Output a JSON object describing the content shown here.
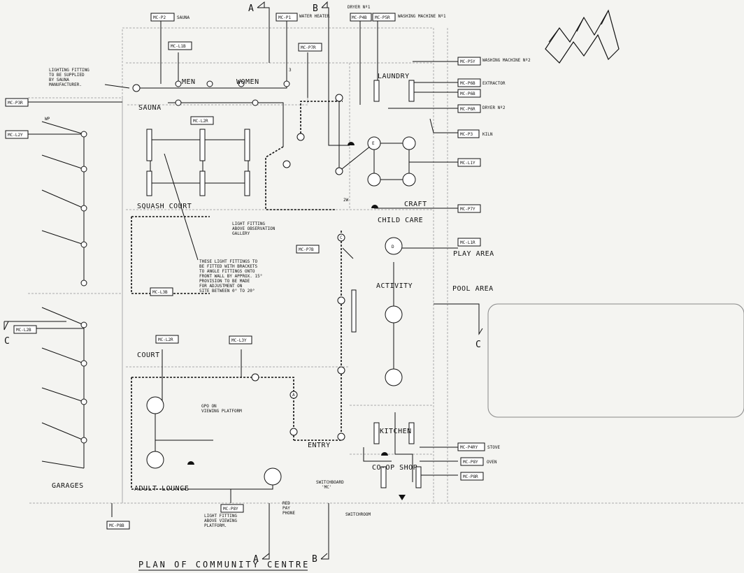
{
  "title": "PLAN OF COMMUNITY CENTRE",
  "rooms": [
    {
      "id": "sauna",
      "text": "SAUNA"
    },
    {
      "id": "men",
      "text": "MEN"
    },
    {
      "id": "women",
      "text": "WOMEN"
    },
    {
      "id": "laundry",
      "text": "LAUNDRY"
    },
    {
      "id": "squash-court",
      "text": "SQUASH COURT"
    },
    {
      "id": "craft",
      "text": "CRAFT"
    },
    {
      "id": "child-care",
      "text": "CHILD CARE"
    },
    {
      "id": "play-area",
      "text": "PLAY AREA"
    },
    {
      "id": "activity",
      "text": "ACTIVITY"
    },
    {
      "id": "pool-area",
      "text": "POOL AREA"
    },
    {
      "id": "court",
      "text": "COURT"
    },
    {
      "id": "entry",
      "text": "ENTRY"
    },
    {
      "id": "kitchen",
      "text": "KITCHEN"
    },
    {
      "id": "co-op-shop",
      "text": "CO-OP SHOP"
    },
    {
      "id": "garages",
      "text": "GARAGES"
    },
    {
      "id": "adult-lounge",
      "text": "ADULT LOUNGE"
    },
    {
      "id": "switchroom",
      "text": "SWITCHROOM"
    }
  ],
  "circuits": [
    {
      "id": "p2",
      "text": "MC-P2",
      "label": "SAUNA"
    },
    {
      "id": "p1",
      "text": "MC-P1",
      "label": "WATER HEATER"
    },
    {
      "id": "l1b",
      "text": "MC-L1B",
      "label": ""
    },
    {
      "id": "p7r",
      "text": "MC-P7R",
      "label": ""
    },
    {
      "id": "p4b",
      "text": "MC-P4B",
      "label": "DRYER Nº1"
    },
    {
      "id": "p5r",
      "text": "MC-P5R",
      "label": "WASHING MACHINE Nº1"
    },
    {
      "id": "p5y",
      "text": "MC-P5Y",
      "label": "WASHING MACHINE Nº2"
    },
    {
      "id": "p6b",
      "text": "MC-P6B",
      "label": "EXTRACTOR"
    },
    {
      "id": "p6b2",
      "text": "MC-P6B",
      "label": ""
    },
    {
      "id": "p6r",
      "text": "MC-P6R",
      "label": "DRYER Nº2"
    },
    {
      "id": "p3",
      "text": "MC-P3",
      "label": "KILN"
    },
    {
      "id": "l1y",
      "text": "MC-L1Y",
      "label": ""
    },
    {
      "id": "p7y",
      "text": "MC-P7Y",
      "label": ""
    },
    {
      "id": "l1r",
      "text": "MC-L1R",
      "label": ""
    },
    {
      "id": "p3r",
      "text": "MC-P3R",
      "label": ""
    },
    {
      "id": "l2y",
      "text": "MC-L2Y",
      "label": ""
    },
    {
      "id": "l2r",
      "text": "MC-L2R",
      "label": ""
    },
    {
      "id": "l3b",
      "text": "MC-L3B",
      "label": ""
    },
    {
      "id": "l2b",
      "text": "MC-L2B",
      "label": ""
    },
    {
      "id": "p7b",
      "text": "MC-P7B",
      "label": ""
    },
    {
      "id": "l2r2",
      "text": "MC-L2R",
      "label": ""
    },
    {
      "id": "l3y",
      "text": "MC-L3Y",
      "label": ""
    },
    {
      "id": "p4ry",
      "text": "MC-P4RY",
      "label": "STOVE"
    },
    {
      "id": "p8y",
      "text": "MC-P8Y",
      "label": "OVEN"
    },
    {
      "id": "p8r",
      "text": "MC-P8R",
      "label": ""
    },
    {
      "id": "p8y2",
      "text": "MC-P8Y",
      "label": ""
    },
    {
      "id": "p8b",
      "text": "MC-P8B",
      "label": ""
    }
  ],
  "notes": {
    "sauna_fitting": [
      "LIGHTING FITTING",
      "TO BE SUPPLIED",
      "BY SAUNA",
      "MANUFACTURER."
    ],
    "observation": [
      "LIGHT FITTING",
      "ABOVE OBSERVATION",
      "GALLERY"
    ],
    "brackets": [
      "THESE LIGHT FITTINGS TO",
      "BE FITTED WITH BRACKETS",
      "TO ANGLE FITTINGS ONTO",
      "FRONT WALL BY APPROX. 15°",
      "PROVISION TO BE MADE",
      "FOR ADJUSTMENT ON",
      "SITE BETWEEN 0° TO 20°"
    ],
    "gpo": [
      "GPO ON",
      "VIEWING PLATFORM"
    ],
    "viewing": [
      "LIGHT FITTING",
      "ABOVE VIEWING",
      "PLATFORM."
    ],
    "red_phone": [
      "RED",
      "PAY",
      "PHONE"
    ],
    "switchboard": [
      "SWITCHBOARD",
      "'MC'"
    ]
  },
  "section_marks": [
    {
      "id": "a-top",
      "text": "A"
    },
    {
      "id": "b-top",
      "text": "B"
    },
    {
      "id": "c-left",
      "text": "C"
    },
    {
      "id": "c-right",
      "text": "C"
    },
    {
      "id": "a-bottom",
      "text": "A"
    },
    {
      "id": "b-bottom",
      "text": "B"
    }
  ],
  "small_marks": [
    {
      "id": "wp",
      "text": "WP"
    },
    {
      "id": "two-way",
      "text": "2W"
    },
    {
      "id": "three",
      "text": "3"
    }
  ],
  "fixture_letters": {
    "extract": "E",
    "downlight": "D",
    "area": "A",
    "outlet": "C"
  },
  "icons": [
    "logo-mark",
    "section-arrow-icon",
    "light-fitting-icon",
    "switch-icon",
    "power-outlet-icon"
  ],
  "colors": {
    "ink": "#111111",
    "paper": "#f4f4f1",
    "faint": "#aaaaaa"
  }
}
